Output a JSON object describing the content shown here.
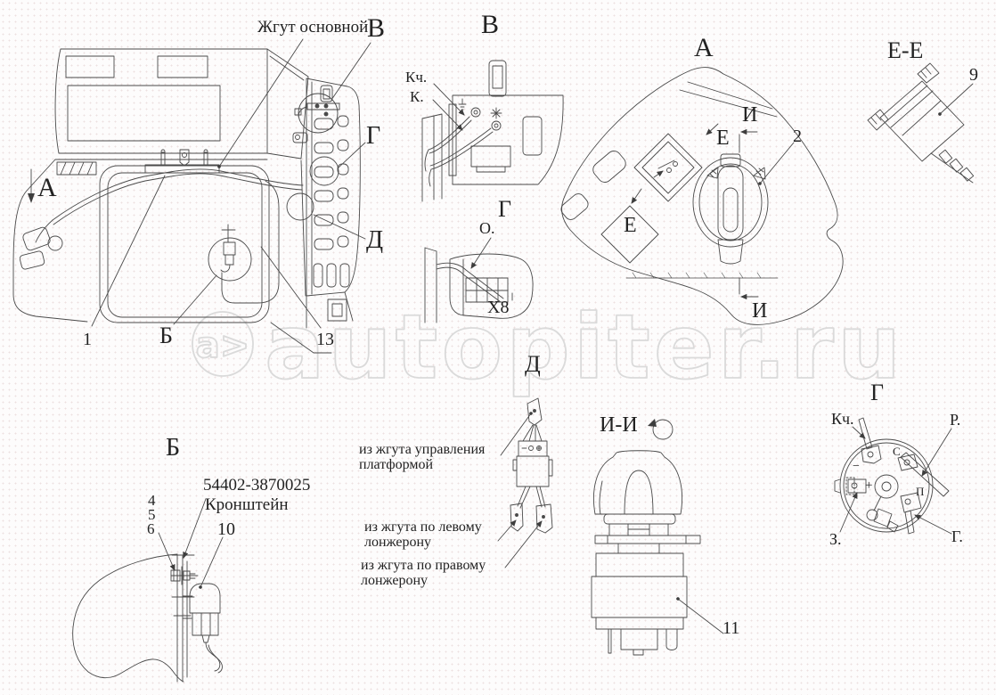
{
  "watermark": {
    "logo": "a>",
    "text": "autopiter.ru"
  },
  "main_view": {
    "harness_label": "Жгут основной",
    "direction_label": "А",
    "callout_v": "В",
    "callout_g": "Г",
    "callout_d": "Д",
    "callout_1": "1",
    "callout_b": "Б",
    "callout_13": "13"
  },
  "view_v": {
    "title": "В",
    "label_kch": "Кч.",
    "label_k": "К."
  },
  "view_g_top": {
    "title": "Г",
    "label_o": "О.",
    "label_x8": "Х8"
  },
  "view_a": {
    "title": "А",
    "section_e_upper": "Е",
    "section_e_lower": "Е",
    "section_i_upper": "И",
    "section_i_lower": "И",
    "callout_2": "2"
  },
  "view_ee": {
    "title": "Е-Е",
    "callout_9": "9"
  },
  "view_d": {
    "title": "Д",
    "label_platform": "из жгута управления платформой",
    "label_left_rail": "из жгута по левому лонжерону",
    "label_right_rail": "из жгута по правому лонжерону"
  },
  "view_ii": {
    "title": "И-И",
    "callout_11": "11"
  },
  "view_g_bottom": {
    "title": "Г",
    "label_kch": "Кч.",
    "label_r": "Р.",
    "label_z": "З.",
    "label_g": "Г.",
    "terminal_minus": "−",
    "terminal_plus": "+",
    "terminal_s": "С",
    "terminal_p": "П"
  },
  "view_b": {
    "title": "Б",
    "part_number": "54402-3870025",
    "part_name": "Кронштейн",
    "callout_4": "4",
    "callout_5": "5",
    "callout_6": "6",
    "callout_10": "10"
  }
}
